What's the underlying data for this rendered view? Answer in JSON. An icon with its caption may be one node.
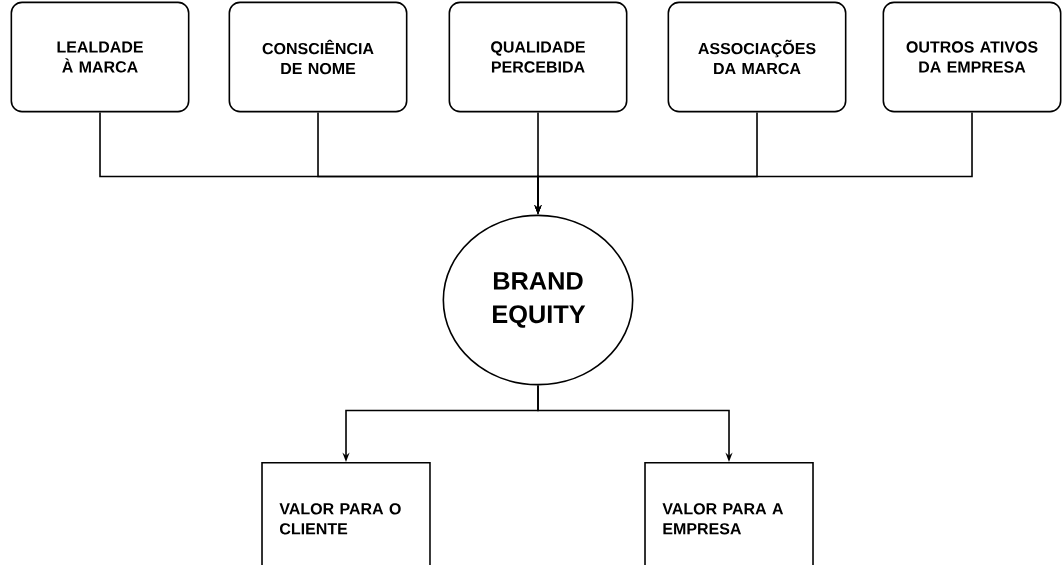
{
  "diagram": {
    "nodes": [
      {
        "text": [
          "LEALDADE À MARCA"
        ]
      },
      {
        "text": [
          "CONSCIÊNCIA DE NOME"
        ]
      },
      {
        "text": [
          "QUALIDADE PERCEBIDA"
        ]
      },
      {
        "text": [
          "ASSOCIAÇÕES DA MARCA"
        ]
      },
      {
        "text": [
          "OUTROS ATIVOS DA EMPRESA"
        ]
      },
      {
        "text": [
          "BRAND EQUITY"
        ]
      },
      {
        "text": [
          "VALOR PARA O CLIENTE"
        ]
      },
      {
        "text": [
          "VALOR PARA A EMPRESA"
        ]
      }
    ],
    "edges": [
      {
        "from": 0,
        "to": 5,
        "arrow": "to"
      },
      {
        "from": 1,
        "to": 5,
        "arrow": "to"
      },
      {
        "from": 2,
        "to": 5,
        "arrow": "to"
      },
      {
        "from": 3,
        "to": 5,
        "arrow": "to"
      },
      {
        "from": 4,
        "to": 5,
        "arrow": "to"
      },
      {
        "from": 5,
        "to": 6,
        "arrow": "to"
      },
      {
        "from": 5,
        "to": 7,
        "arrow": "to"
      }
    ]
  }
}
